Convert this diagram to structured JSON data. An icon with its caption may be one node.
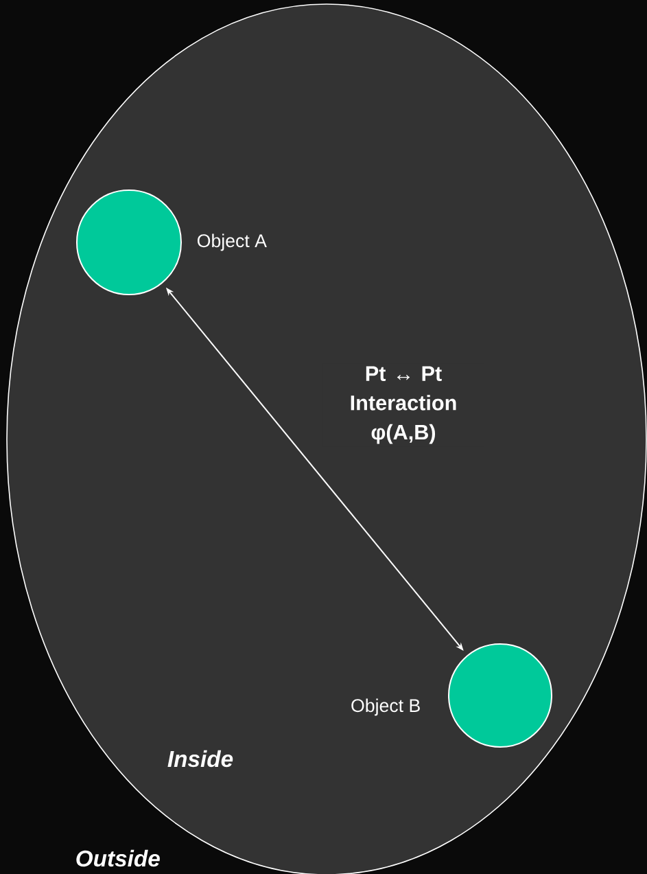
{
  "diagram": {
    "nodes": [
      {
        "text": [
          "Inside"
        ]
      },
      {
        "text": [],
        "shape": "circle",
        "beside": [
          "Object A"
        ],
        "in": 0
      },
      {
        "text": [],
        "shape": "circle",
        "beside": [
          "Object B"
        ],
        "in": 0
      }
    ],
    "edges": [
      {
        "from": 1,
        "to": 2,
        "arrow": "both",
        "label": "Pt ↔ Pt Interaction φ(A,B)"
      }
    ],
    "labels": [
      "Outside"
    ]
  }
}
